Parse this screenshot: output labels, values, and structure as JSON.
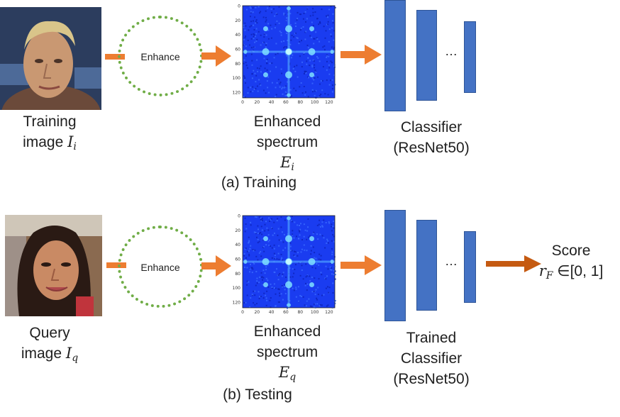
{
  "training": {
    "image_label": "Training",
    "image_label_line2": "image",
    "image_var": "I",
    "image_sub": "i",
    "enhance_label": "Enhance",
    "spectrum_label_line1": "Enhanced",
    "spectrum_label_line2": "spectrum",
    "spectrum_var": "E",
    "spectrum_sub": "i",
    "classifier_line1": "Classifier",
    "classifier_line2": "(ResNet50)",
    "ellipsis": "…",
    "caption": "(a) Training"
  },
  "testing": {
    "image_label": "Query",
    "image_label_line2": "image",
    "image_var": "I",
    "image_sub": "q",
    "enhance_label": "Enhance",
    "spectrum_label_line1": "Enhanced",
    "spectrum_label_line2": "spectrum",
    "spectrum_var": "E",
    "spectrum_sub": "q",
    "classifier_line1": "Trained",
    "classifier_line2": "Classifier",
    "classifier_line3": "(ResNet50)",
    "ellipsis": "…",
    "score_label": "Score",
    "score_var": "r",
    "score_sub": "F",
    "score_range": "∈[0, 1]",
    "caption": "(b) Testing"
  },
  "spectrum_axis": {
    "x_ticks": [
      "0",
      "20",
      "40",
      "60",
      "80",
      "100",
      "120"
    ],
    "y_ticks": [
      "0",
      "20",
      "40",
      "60",
      "80",
      "100",
      "120"
    ]
  },
  "colors": {
    "arrow": "#ed7d31",
    "score_arrow": "#c55a11",
    "circle": "#70ad47",
    "bar": "#4472c4",
    "spectrum_base": "#1a3cf0"
  }
}
